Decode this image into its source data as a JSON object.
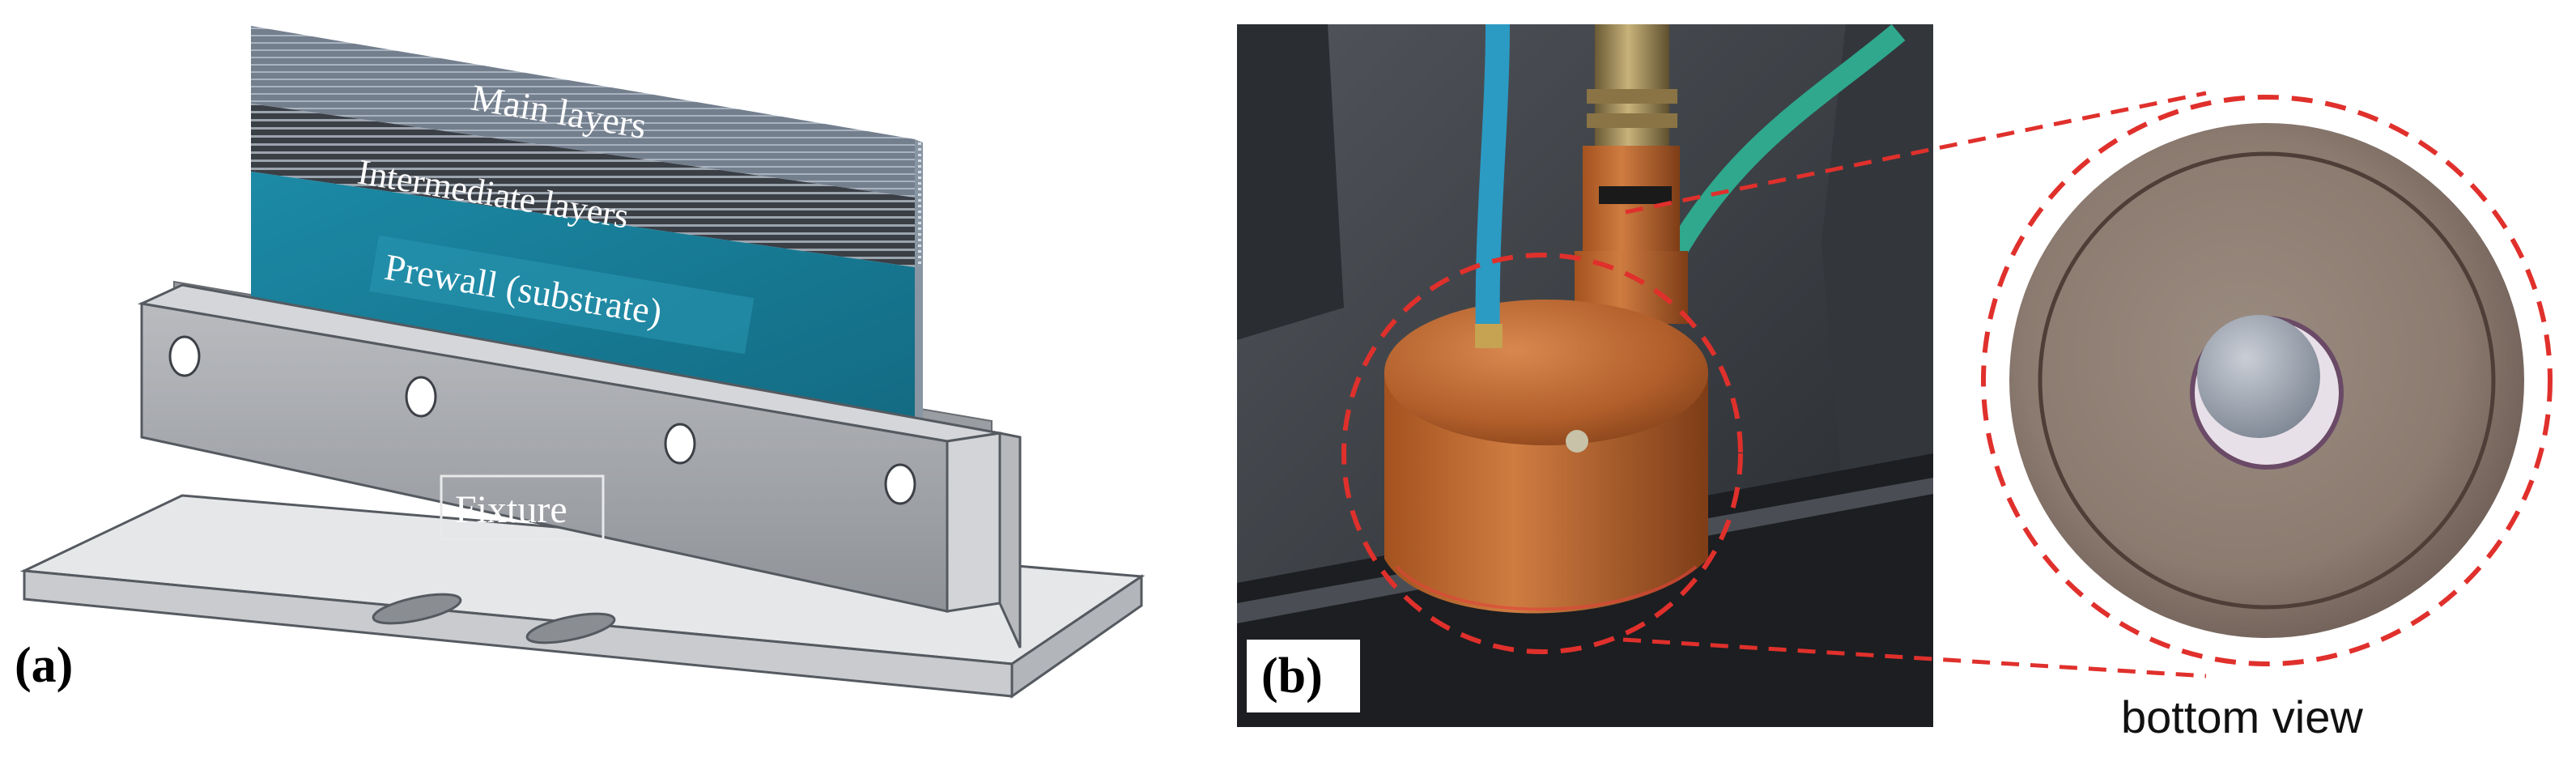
{
  "panel_a": {
    "label": "(a)",
    "layers": {
      "main": "Main layers",
      "intermediate": "Intermediate layers",
      "prewall": "Prewall (substrate)"
    },
    "fixture_label": "Fixture"
  },
  "panel_b": {
    "label": "(b)",
    "zoom_caption": "bottom view"
  },
  "colors": {
    "main_layers": "#6e7a8a",
    "intermediate_layers": "#3d4249",
    "prewall": "#1a7d96",
    "fixture": "#a9abaf",
    "copper": "#b8632e",
    "highlight_dash": "#e0302c"
  }
}
